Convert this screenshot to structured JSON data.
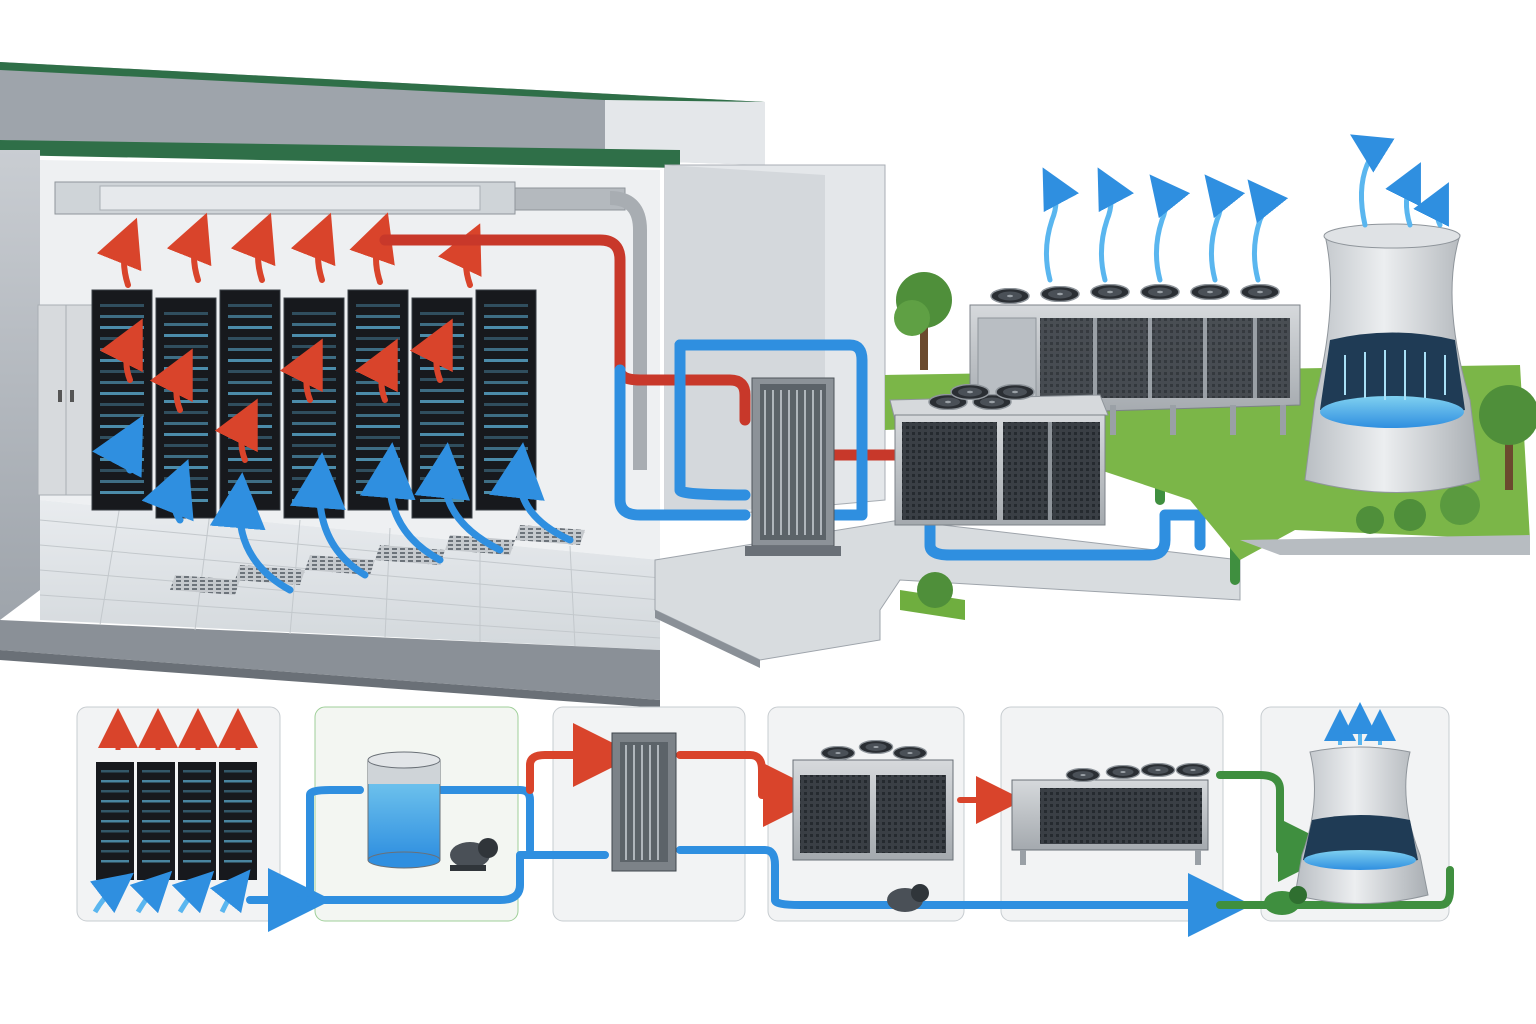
{
  "colors": {
    "hot": "#d9442b",
    "cool": "#2f8fe0",
    "cooling_loop": "#3f8f3f",
    "roof": "#2f6f48",
    "wall": "#b7bcc2",
    "rack": "#17191d",
    "grass": "#6fae3f"
  },
  "icons": {
    "hot_air": "arrow-up-red-icon",
    "cold_air": "arrow-up-blue-icon",
    "vapor": "vapor-arrow-icon",
    "pump": "pump-icon",
    "fan": "fan-icon"
  },
  "scene": {
    "building": {
      "rack_count": 7,
      "raised_floor_tiles": true
    },
    "outdoor": {
      "dry_cooler_large_fans": 6,
      "dry_cooler_small_fans": 4,
      "trees": 4
    }
  },
  "flow_steps": [
    {
      "id": "servers",
      "component": "server-racks",
      "rack_count": 4
    },
    {
      "id": "tank",
      "component": "buffer-tank-with-pump"
    },
    {
      "id": "exchanger",
      "component": "plate-heat-exchanger"
    },
    {
      "id": "chiller",
      "component": "chiller-unit",
      "fan_count": 3
    },
    {
      "id": "drycooler",
      "component": "dry-cooler",
      "fan_count": 4
    },
    {
      "id": "tower",
      "component": "cooling-tower"
    }
  ]
}
